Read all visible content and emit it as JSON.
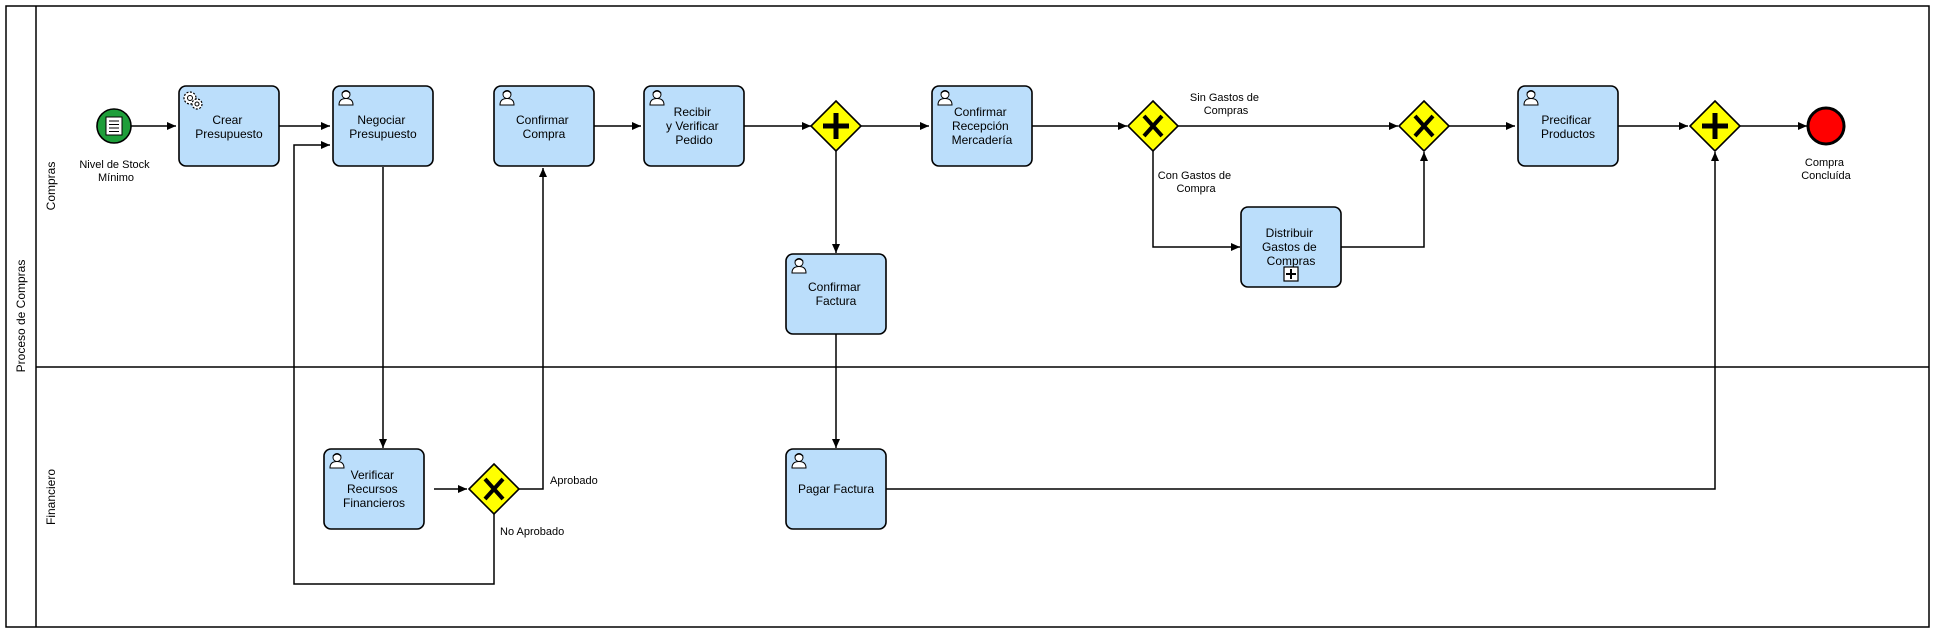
{
  "pool": {
    "label": "Proceso de Compras"
  },
  "lanes": [
    {
      "id": "compras",
      "label": "Compras"
    },
    {
      "id": "financiero",
      "label": "Financiero"
    }
  ],
  "events": {
    "start": {
      "label": [
        "Nivel de Stock",
        "Mínimo"
      ],
      "color": "#1e9e3a"
    },
    "end": {
      "label": [
        "Compra",
        "Concluída"
      ],
      "color": "#ff0000"
    }
  },
  "tasks": {
    "crear_presupuesto": {
      "lines": [
        "Crear",
        "Presupuesto"
      ],
      "icon": "gear-icon"
    },
    "negociar_presupuesto": {
      "lines": [
        "Negociar",
        "Presupuesto"
      ],
      "icon": "user-icon"
    },
    "confirmar_compra": {
      "lines": [
        "Confirmar",
        "Compra"
      ],
      "icon": "user-icon"
    },
    "recibir_verificar": {
      "lines": [
        "Recibir",
        "y Verificar",
        "Pedido"
      ],
      "icon": "user-icon"
    },
    "confirmar_recepcion": {
      "lines": [
        "Confirmar",
        "Recepción",
        "Mercadería"
      ],
      "icon": "user-icon"
    },
    "preficar_productos": {
      "lines": [
        "Precificar",
        "Productos"
      ],
      "icon": "user-icon"
    },
    "confirmar_factura": {
      "lines": [
        "Confirmar",
        "Factura"
      ],
      "icon": "user-icon"
    },
    "distribuir_gastos": {
      "lines": [
        "Distribuir",
        "Gastos de",
        "Compras"
      ],
      "icon": "subprocess-plus-icon"
    },
    "verificar_recursos": {
      "lines": [
        "Verificar",
        "Recursos",
        "Financieros"
      ],
      "icon": "user-icon"
    },
    "pagar_factura": {
      "lines": [
        "Pagar Factura"
      ],
      "icon": "user-icon"
    }
  },
  "gateways": {
    "parallel_split": {
      "kind": "parallel"
    },
    "gastos_split": {
      "kind": "exclusive"
    },
    "gastos_join": {
      "kind": "exclusive"
    },
    "parallel_join": {
      "kind": "parallel"
    },
    "aprobacion": {
      "kind": "exclusive"
    }
  },
  "flow_labels": {
    "sin_gastos": [
      "Sin Gastos de",
      "Compras"
    ],
    "con_gastos": [
      "Con Gastos de",
      "Compra"
    ],
    "aprobado": "Aprobado",
    "no_aprobado": "No Aprobado"
  },
  "colors": {
    "task_fill": "#bbdefb",
    "gateway_fill": "#ffff00"
  }
}
